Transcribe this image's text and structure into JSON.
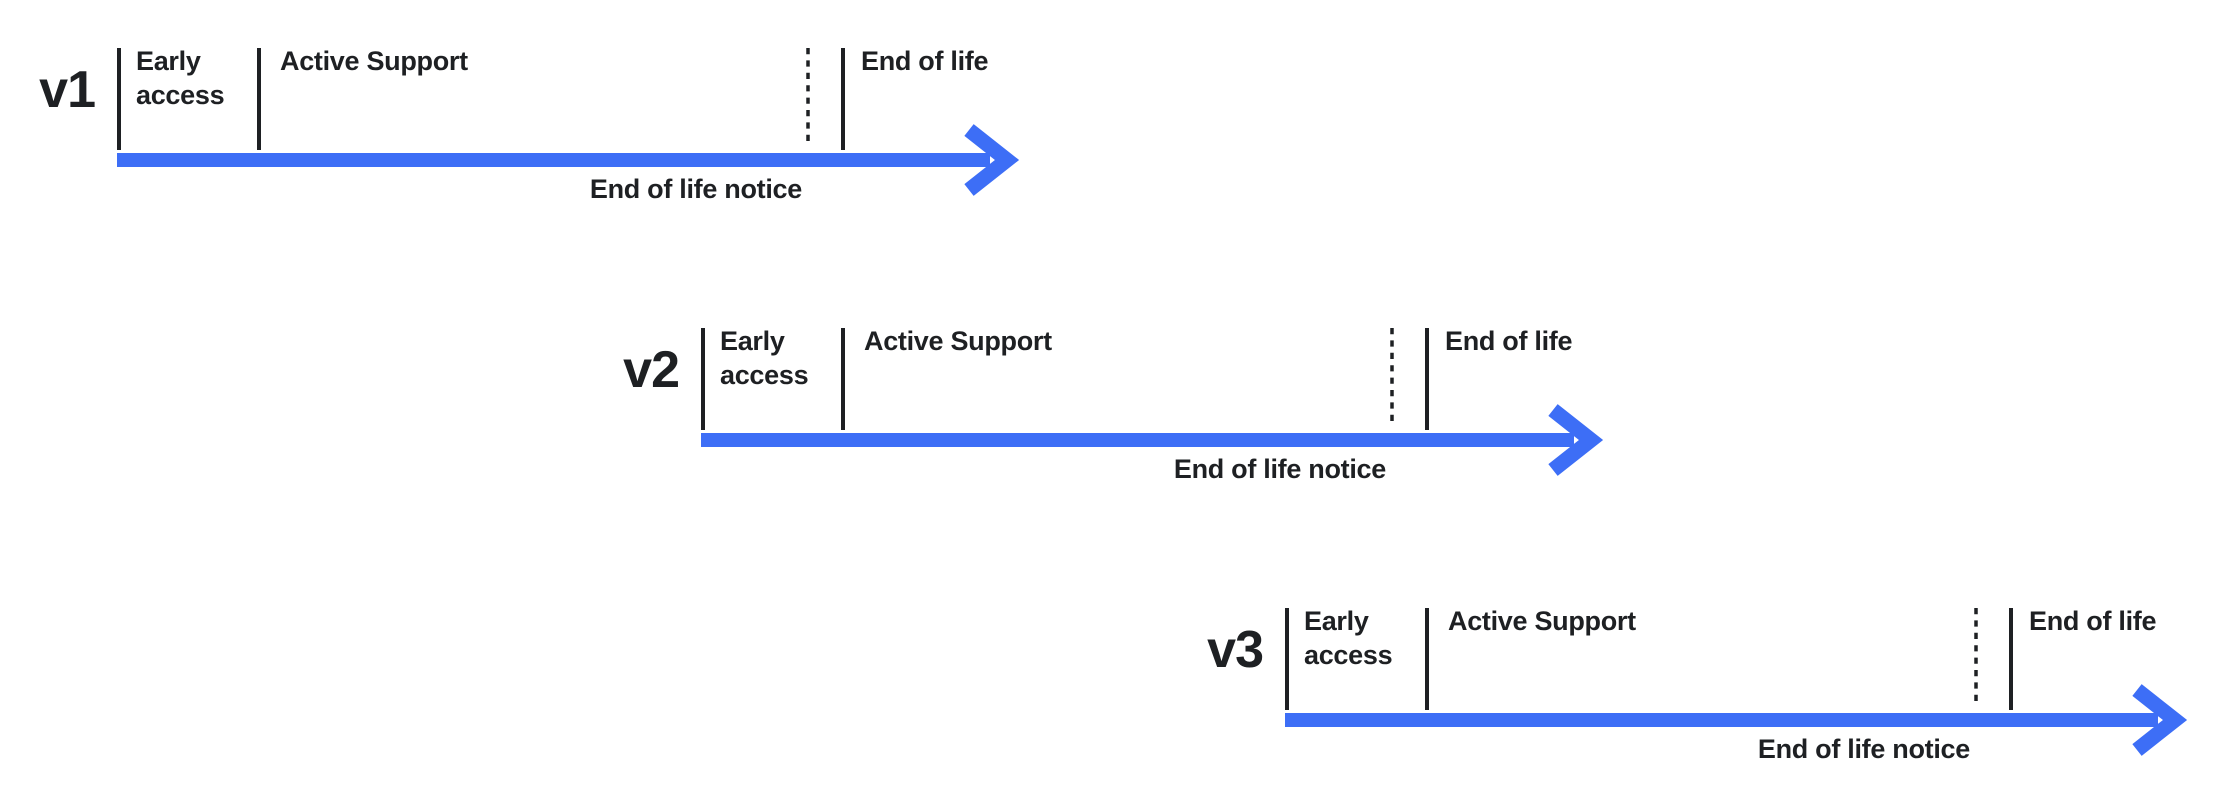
{
  "diagram": {
    "colors": {
      "accent_blue": "#3D6EF6",
      "ink": "#1E2023"
    },
    "rows": [
      {
        "version": "v1",
        "early_access": "Early access",
        "active_support": "Active Support",
        "end_of_life": "End of life",
        "end_of_life_notice": "End of life notice"
      },
      {
        "version": "v2",
        "early_access": "Early access",
        "active_support": "Active Support",
        "end_of_life": "End of life",
        "end_of_life_notice": "End of life notice"
      },
      {
        "version": "v3",
        "early_access": "Early access",
        "active_support": "Active Support",
        "end_of_life": "End of life",
        "end_of_life_notice": "End of life notice"
      }
    ]
  }
}
